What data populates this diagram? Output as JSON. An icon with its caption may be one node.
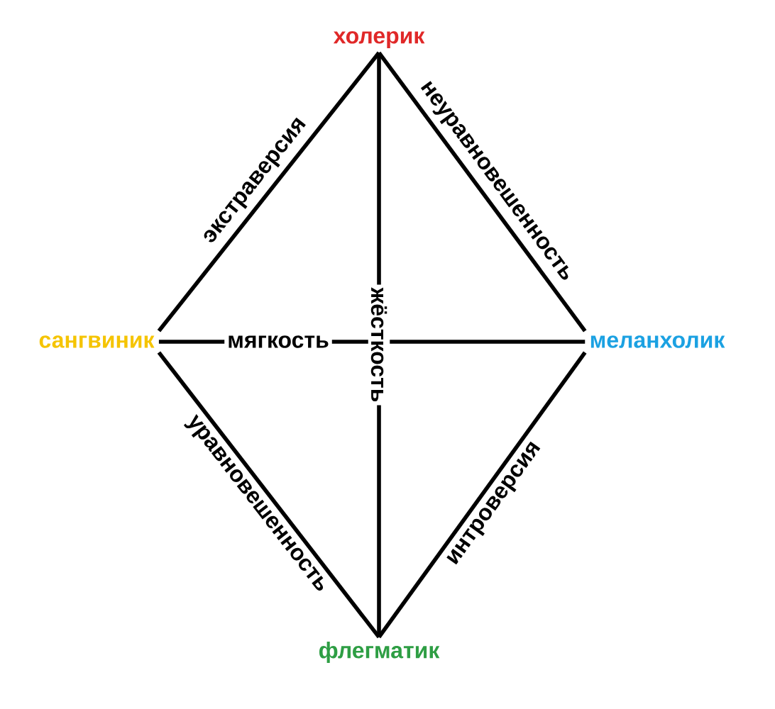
{
  "diagram": {
    "nodes": [
      {
        "text": [
          "холерик"
        ]
      },
      {
        "text": [
          "сангвиник"
        ]
      },
      {
        "text": [
          "меланхолик"
        ]
      },
      {
        "text": [
          "флегматик"
        ]
      }
    ],
    "edges": [
      {
        "from": 0,
        "to": 1,
        "arrow": "none",
        "label": "экстраверсия"
      },
      {
        "from": 0,
        "to": 2,
        "arrow": "none",
        "label": "неуравновешенность"
      },
      {
        "from": 1,
        "to": 3,
        "arrow": "none",
        "label": "уравновешенность"
      },
      {
        "from": 3,
        "to": 2,
        "arrow": "none",
        "label": "интроверсия"
      },
      {
        "from": 0,
        "to": 3,
        "arrow": "none",
        "label": "жёсткость"
      },
      {
        "from": 1,
        "to": 2,
        "arrow": "none",
        "label": "мягкость"
      }
    ]
  }
}
